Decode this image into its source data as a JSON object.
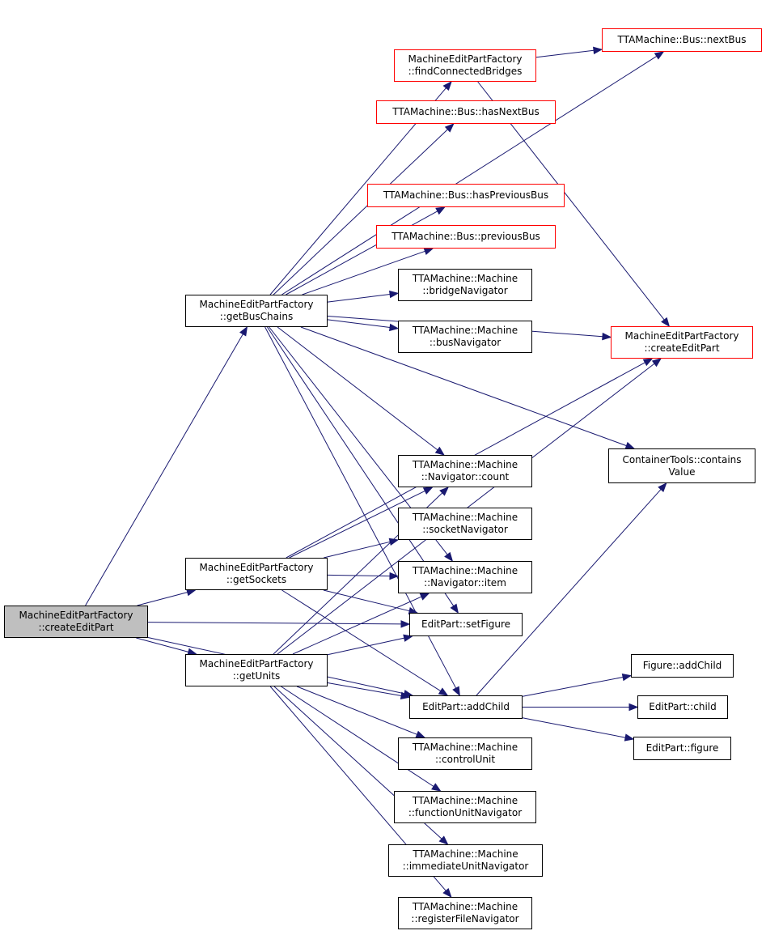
{
  "colors": {
    "edge": "#191970",
    "border": "#000000",
    "truncated_border": "#ff0000",
    "root_fill": "#bfbfbf",
    "node_fill": "#ffffff"
  },
  "nodes": [
    {
      "id": "root",
      "lines": [
        "MachineEditPartFactory",
        "::createEditPart"
      ],
      "kind": "root"
    },
    {
      "id": "getBusChains",
      "lines": [
        "MachineEditPartFactory",
        "::getBusChains"
      ],
      "kind": "normal"
    },
    {
      "id": "getSockets",
      "lines": [
        "MachineEditPartFactory",
        "::getSockets"
      ],
      "kind": "normal"
    },
    {
      "id": "getUnits",
      "lines": [
        "MachineEditPartFactory",
        "::getUnits"
      ],
      "kind": "normal"
    },
    {
      "id": "findConnectedBridges",
      "lines": [
        "MachineEditPartFactory",
        "::findConnectedBridges"
      ],
      "kind": "truncated"
    },
    {
      "id": "hasNextBus",
      "lines": [
        "TTAMachine::Bus::hasNextBus"
      ],
      "kind": "truncated"
    },
    {
      "id": "hasPreviousBus",
      "lines": [
        "TTAMachine::Bus::hasPreviousBus"
      ],
      "kind": "truncated"
    },
    {
      "id": "previousBus",
      "lines": [
        "TTAMachine::Bus::previousBus"
      ],
      "kind": "truncated"
    },
    {
      "id": "bridgeNavigator",
      "lines": [
        "TTAMachine::Machine",
        "::bridgeNavigator"
      ],
      "kind": "normal"
    },
    {
      "id": "busNavigator",
      "lines": [
        "TTAMachine::Machine",
        "::busNavigator"
      ],
      "kind": "normal"
    },
    {
      "id": "navCount",
      "lines": [
        "TTAMachine::Machine",
        "::Navigator::count"
      ],
      "kind": "normal"
    },
    {
      "id": "socketNavigator",
      "lines": [
        "TTAMachine::Machine",
        "::socketNavigator"
      ],
      "kind": "normal"
    },
    {
      "id": "navItem",
      "lines": [
        "TTAMachine::Machine",
        "::Navigator::item"
      ],
      "kind": "normal"
    },
    {
      "id": "setFigure",
      "lines": [
        "EditPart::setFigure"
      ],
      "kind": "normal"
    },
    {
      "id": "addChild",
      "lines": [
        "EditPart::addChild"
      ],
      "kind": "normal"
    },
    {
      "id": "controlUnit",
      "lines": [
        "TTAMachine::Machine",
        "::controlUnit"
      ],
      "kind": "normal"
    },
    {
      "id": "functionUnitNavigator",
      "lines": [
        "TTAMachine::Machine",
        "::functionUnitNavigator"
      ],
      "kind": "normal"
    },
    {
      "id": "immediateUnitNavigator",
      "lines": [
        "TTAMachine::Machine",
        "::immediateUnitNavigator"
      ],
      "kind": "normal"
    },
    {
      "id": "registerFileNavigator",
      "lines": [
        "TTAMachine::Machine",
        "::registerFileNavigator"
      ],
      "kind": "normal"
    },
    {
      "id": "nextBus",
      "lines": [
        "TTAMachine::Bus::nextBus"
      ],
      "kind": "truncated"
    },
    {
      "id": "createEditPart",
      "lines": [
        "MachineEditPartFactory",
        "::createEditPart"
      ],
      "kind": "truncated"
    },
    {
      "id": "containsValue",
      "lines": [
        "ContainerTools::contains",
        "Value"
      ],
      "kind": "normal"
    },
    {
      "id": "figureAddChild",
      "lines": [
        "Figure::addChild"
      ],
      "kind": "normal"
    },
    {
      "id": "child",
      "lines": [
        "EditPart::child"
      ],
      "kind": "normal"
    },
    {
      "id": "figure",
      "lines": [
        "EditPart::figure"
      ],
      "kind": "normal"
    }
  ],
  "edges": [
    [
      "root",
      "getBusChains"
    ],
    [
      "root",
      "getSockets"
    ],
    [
      "root",
      "setFigure"
    ],
    [
      "root",
      "getUnits"
    ],
    [
      "root",
      "addChild"
    ],
    [
      "getBusChains",
      "findConnectedBridges"
    ],
    [
      "getBusChains",
      "hasNextBus"
    ],
    [
      "getBusChains",
      "nextBus"
    ],
    [
      "getBusChains",
      "createEditPart"
    ],
    [
      "getBusChains",
      "hasPreviousBus"
    ],
    [
      "getBusChains",
      "previousBus"
    ],
    [
      "getBusChains",
      "bridgeNavigator"
    ],
    [
      "getBusChains",
      "busNavigator"
    ],
    [
      "getBusChains",
      "containsValue"
    ],
    [
      "getBusChains",
      "navCount"
    ],
    [
      "getBusChains",
      "navItem"
    ],
    [
      "getBusChains",
      "setFigure"
    ],
    [
      "getBusChains",
      "addChild"
    ],
    [
      "findConnectedBridges",
      "nextBus"
    ],
    [
      "findConnectedBridges",
      "createEditPart"
    ],
    [
      "getSockets",
      "createEditPart"
    ],
    [
      "getSockets",
      "navCount"
    ],
    [
      "getSockets",
      "socketNavigator"
    ],
    [
      "getSockets",
      "navItem"
    ],
    [
      "getSockets",
      "setFigure"
    ],
    [
      "getSockets",
      "addChild"
    ],
    [
      "getUnits",
      "navCount"
    ],
    [
      "getUnits",
      "navItem"
    ],
    [
      "getUnits",
      "setFigure"
    ],
    [
      "getUnits",
      "createEditPart"
    ],
    [
      "getUnits",
      "addChild"
    ],
    [
      "getUnits",
      "controlUnit"
    ],
    [
      "getUnits",
      "functionUnitNavigator"
    ],
    [
      "getUnits",
      "immediateUnitNavigator"
    ],
    [
      "getUnits",
      "registerFileNavigator"
    ],
    [
      "addChild",
      "containsValue"
    ],
    [
      "addChild",
      "figureAddChild"
    ],
    [
      "addChild",
      "child"
    ],
    [
      "addChild",
      "figure"
    ]
  ]
}
